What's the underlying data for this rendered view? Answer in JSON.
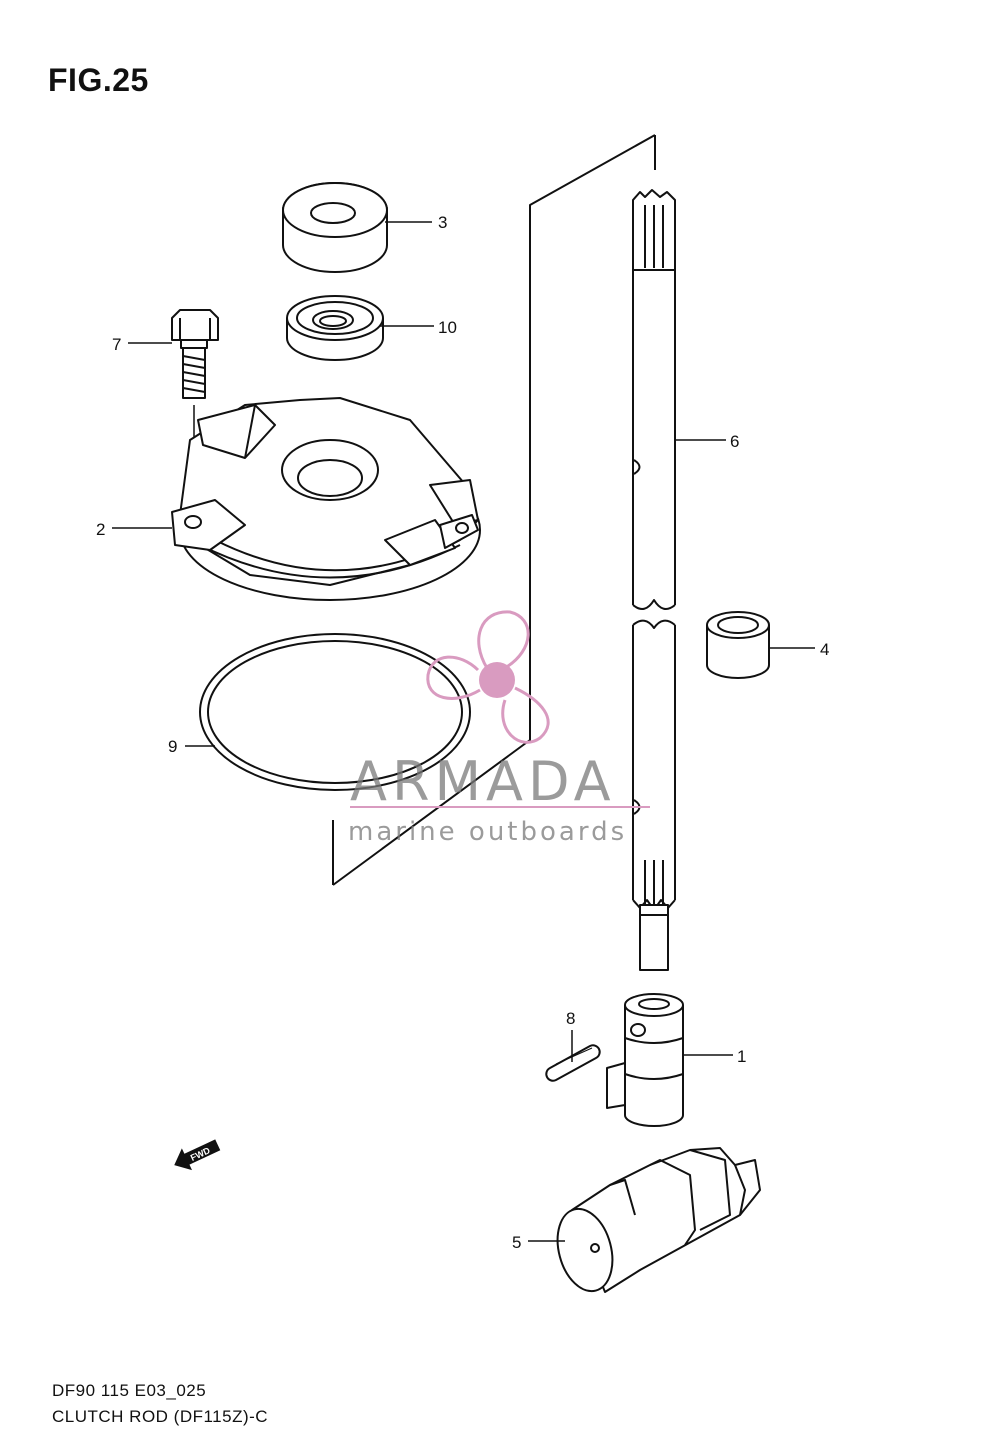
{
  "figure": {
    "title": "FIG.25"
  },
  "footer": {
    "code": "DF90 115 E03_025",
    "name": "CLUTCH ROD (DF115Z)-C"
  },
  "callouts": [
    {
      "label": "1",
      "part": "clutch-rod-pin-holder"
    },
    {
      "label": "2",
      "part": "cover-plate"
    },
    {
      "label": "3",
      "part": "bushing"
    },
    {
      "label": "4",
      "part": "spacer"
    },
    {
      "label": "5",
      "part": "clutch-dog-holder"
    },
    {
      "label": "6",
      "part": "clutch-rod"
    },
    {
      "label": "7",
      "part": "bolt"
    },
    {
      "label": "8",
      "part": "pin"
    },
    {
      "label": "9",
      "part": "o-ring"
    },
    {
      "label": "10",
      "part": "oil-seal"
    }
  ],
  "direction_marker": {
    "label": "FWD",
    "icon": "fwd-arrow-icon"
  },
  "watermark": {
    "brand": "ARMADA",
    "tagline": "marine outboards",
    "brand_color": "#d99bc0",
    "text_color": "#7a7a7a"
  }
}
